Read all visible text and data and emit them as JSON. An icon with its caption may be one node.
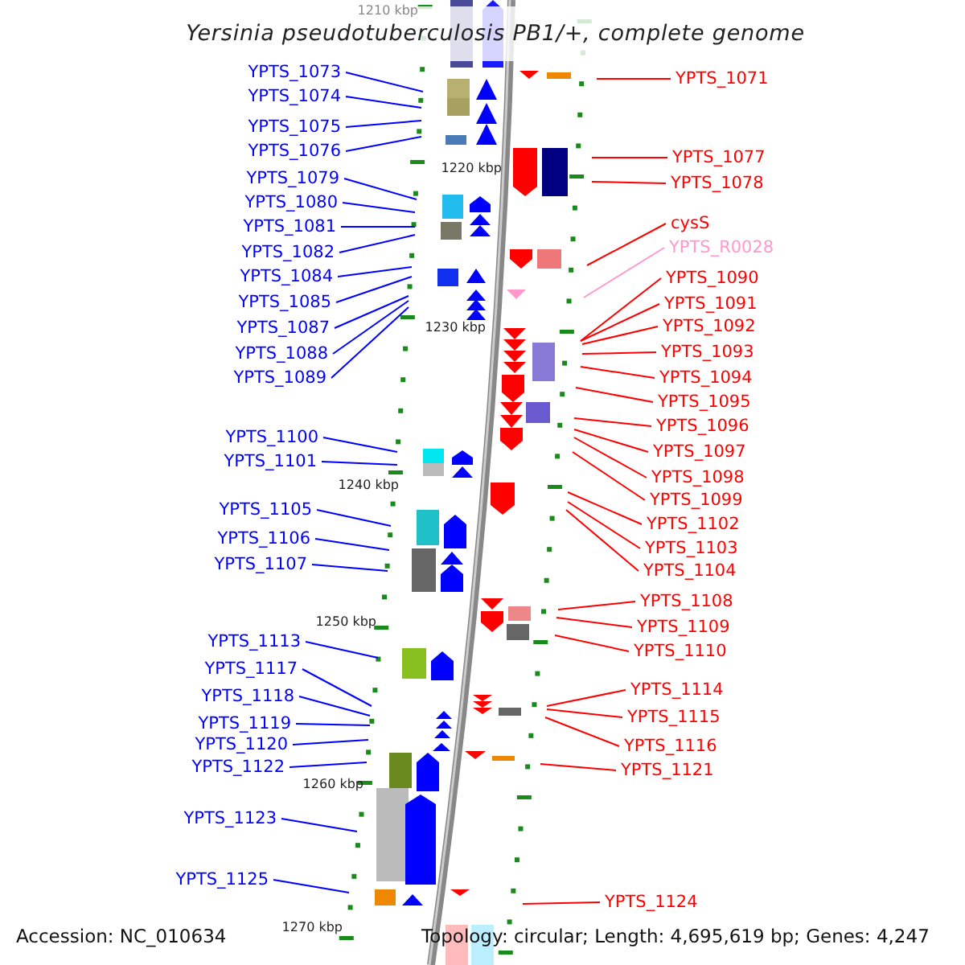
{
  "diagram": {
    "title": "Yersinia pseudotuberculosis PB1/+, complete genome",
    "nodes": [
      {
        "text": [
          "YPTS_1073"
        ]
      },
      {
        "text": [
          "YPTS_1074"
        ]
      },
      {
        "text": [
          "YPTS_1075"
        ]
      },
      {
        "text": [
          "YPTS_1076"
        ]
      },
      {
        "text": [
          "YPTS_1079"
        ]
      },
      {
        "text": [
          "YPTS_1080"
        ]
      },
      {
        "text": [
          "YPTS_1081"
        ]
      },
      {
        "text": [
          "YPTS_1082"
        ]
      },
      {
        "text": [
          "YPTS_1084"
        ]
      },
      {
        "text": [
          "YPTS_1085"
        ]
      },
      {
        "text": [
          "YPTS_1087"
        ]
      },
      {
        "text": [
          "YPTS_1088"
        ]
      },
      {
        "text": [
          "YPTS_1089"
        ]
      },
      {
        "text": [
          "YPTS_1100"
        ]
      },
      {
        "text": [
          "YPTS_1101"
        ]
      },
      {
        "text": [
          "YPTS_1105"
        ]
      },
      {
        "text": [
          "YPTS_1106"
        ]
      },
      {
        "text": [
          "YPTS_1107"
        ]
      },
      {
        "text": [
          "YPTS_1113"
        ]
      },
      {
        "text": [
          "YPTS_1117"
        ]
      },
      {
        "text": [
          "YPTS_1118"
        ]
      },
      {
        "text": [
          "YPTS_1119"
        ]
      },
      {
        "text": [
          "YPTS_1120"
        ]
      },
      {
        "text": [
          "YPTS_1122"
        ]
      },
      {
        "text": [
          "YPTS_1123"
        ]
      },
      {
        "text": [
          "YPTS_1125"
        ]
      },
      {
        "text": [
          "YPTS_1071"
        ]
      },
      {
        "text": [
          "YPTS_1077"
        ]
      },
      {
        "text": [
          "YPTS_1078"
        ]
      },
      {
        "text": [
          "cysS"
        ]
      },
      {
        "text": [
          "YPTS_R0028"
        ]
      },
      {
        "text": [
          "YPTS_1090"
        ]
      },
      {
        "text": [
          "YPTS_1091"
        ]
      },
      {
        "text": [
          "YPTS_1092"
        ]
      },
      {
        "text": [
          "YPTS_1093"
        ]
      },
      {
        "text": [
          "YPTS_1094"
        ]
      },
      {
        "text": [
          "YPTS_1095"
        ]
      },
      {
        "text": [
          "YPTS_1096"
        ]
      },
      {
        "text": [
          "YPTS_1097"
        ]
      },
      {
        "text": [
          "YPTS_1098"
        ]
      },
      {
        "text": [
          "YPTS_1099"
        ]
      },
      {
        "text": [
          "YPTS_1102"
        ]
      },
      {
        "text": [
          "YPTS_1103"
        ]
      },
      {
        "text": [
          "YPTS_1104"
        ]
      },
      {
        "text": [
          "YPTS_1108"
        ]
      },
      {
        "text": [
          "YPTS_1109"
        ]
      },
      {
        "text": [
          "YPTS_1110"
        ]
      },
      {
        "text": [
          "YPTS_1114"
        ]
      },
      {
        "text": [
          "YPTS_1115"
        ]
      },
      {
        "text": [
          "YPTS_1116"
        ]
      },
      {
        "text": [
          "YPTS_1121"
        ]
      },
      {
        "text": [
          "YPTS_1124"
        ]
      }
    ],
    "edges": [
      {
        "from": 0,
        "to": null,
        "arrow": "none",
        "color": "#0000ff"
      },
      {
        "from": 1,
        "to": null,
        "arrow": "none",
        "color": "#0000ff"
      },
      {
        "from": 2,
        "to": null,
        "arrow": "none",
        "color": "#0000ff"
      },
      {
        "from": 3,
        "to": null,
        "arrow": "none",
        "color": "#0000ff"
      },
      {
        "from": 4,
        "to": null,
        "arrow": "none",
        "color": "#0000ff"
      },
      {
        "from": 5,
        "to": null,
        "arrow": "none",
        "color": "#0000ff"
      },
      {
        "from": 6,
        "to": null,
        "arrow": "none",
        "color": "#0000ff"
      },
      {
        "from": 7,
        "to": null,
        "arrow": "none",
        "color": "#0000ff"
      },
      {
        "from": 8,
        "to": null,
        "arrow": "none",
        "color": "#0000ff"
      },
      {
        "from": 9,
        "to": null,
        "arrow": "none",
        "color": "#0000ff"
      },
      {
        "from": 10,
        "to": null,
        "arrow": "none",
        "color": "#0000ff"
      },
      {
        "from": 11,
        "to": null,
        "arrow": "none",
        "color": "#0000ff"
      },
      {
        "from": 12,
        "to": null,
        "arrow": "none",
        "color": "#0000ff"
      },
      {
        "from": 13,
        "to": null,
        "arrow": "none",
        "color": "#0000ff"
      },
      {
        "from": 14,
        "to": null,
        "arrow": "none",
        "color": "#0000ff"
      },
      {
        "from": 15,
        "to": null,
        "arrow": "none",
        "color": "#0000ff"
      },
      {
        "from": 16,
        "to": null,
        "arrow": "none",
        "color": "#0000ff"
      },
      {
        "from": 17,
        "to": null,
        "arrow": "none",
        "color": "#0000ff"
      },
      {
        "from": 18,
        "to": null,
        "arrow": "none",
        "color": "#0000ff"
      },
      {
        "from": 19,
        "to": null,
        "arrow": "none",
        "color": "#0000ff"
      },
      {
        "from": 20,
        "to": null,
        "arrow": "none",
        "color": "#0000ff"
      },
      {
        "from": 21,
        "to": null,
        "arrow": "none",
        "color": "#0000ff"
      },
      {
        "from": 22,
        "to": null,
        "arrow": "none",
        "color": "#0000ff"
      },
      {
        "from": 23,
        "to": null,
        "arrow": "none",
        "color": "#0000ff"
      },
      {
        "from": 24,
        "to": null,
        "arrow": "none",
        "color": "#0000ff"
      },
      {
        "from": 25,
        "to": null,
        "arrow": "none",
        "color": "#0000ff"
      },
      {
        "from": 26,
        "to": null,
        "arrow": "none",
        "color": "#ff0000"
      },
      {
        "from": 27,
        "to": null,
        "arrow": "none",
        "color": "#ff0000"
      },
      {
        "from": 28,
        "to": null,
        "arrow": "none",
        "color": "#ff0000"
      },
      {
        "from": 29,
        "to": null,
        "arrow": "none",
        "color": "#ff0000"
      },
      {
        "from": 30,
        "to": null,
        "arrow": "none",
        "color": "#ff99cc"
      },
      {
        "from": 31,
        "to": null,
        "arrow": "none",
        "color": "#ff0000"
      },
      {
        "from": 32,
        "to": null,
        "arrow": "none",
        "color": "#ff0000"
      },
      {
        "from": 33,
        "to": null,
        "arrow": "none",
        "color": "#ff0000"
      },
      {
        "from": 34,
        "to": null,
        "arrow": "none",
        "color": "#ff0000"
      },
      {
        "from": 35,
        "to": null,
        "arrow": "none",
        "color": "#ff0000"
      },
      {
        "from": 36,
        "to": null,
        "arrow": "none",
        "color": "#ff0000"
      },
      {
        "from": 37,
        "to": null,
        "arrow": "none",
        "color": "#ff0000"
      },
      {
        "from": 38,
        "to": null,
        "arrow": "none",
        "color": "#ff0000"
      },
      {
        "from": 39,
        "to": null,
        "arrow": "none",
        "color": "#ff0000"
      },
      {
        "from": 40,
        "to": null,
        "arrow": "none",
        "color": "#ff0000"
      },
      {
        "from": 41,
        "to": null,
        "arrow": "none",
        "color": "#ff0000"
      },
      {
        "from": 42,
        "to": null,
        "arrow": "none",
        "color": "#ff0000"
      },
      {
        "from": 43,
        "to": null,
        "arrow": "none",
        "color": "#ff0000"
      },
      {
        "from": 44,
        "to": null,
        "arrow": "none",
        "color": "#ff0000"
      },
      {
        "from": 45,
        "to": null,
        "arrow": "none",
        "color": "#ff0000"
      },
      {
        "from": 46,
        "to": null,
        "arrow": "none",
        "color": "#ff0000"
      },
      {
        "from": 47,
        "to": null,
        "arrow": "none",
        "color": "#ff0000"
      },
      {
        "from": 48,
        "to": null,
        "arrow": "none",
        "color": "#ff0000"
      },
      {
        "from": 49,
        "to": null,
        "arrow": "none",
        "color": "#ff0000"
      },
      {
        "from": 50,
        "to": null,
        "arrow": "none",
        "color": "#ff0000"
      },
      {
        "from": 51,
        "to": null,
        "arrow": "none",
        "color": "#ff0000"
      }
    ],
    "labels": [
      "1210 kbp",
      "1220 kbp",
      "1230 kbp",
      "1240 kbp",
      "1250 kbp",
      "1260 kbp",
      "1270 kbp",
      "Accession: NC_010634",
      "Topology: circular; Length: 4,695,619 bp; Genes: 4,247"
    ]
  }
}
